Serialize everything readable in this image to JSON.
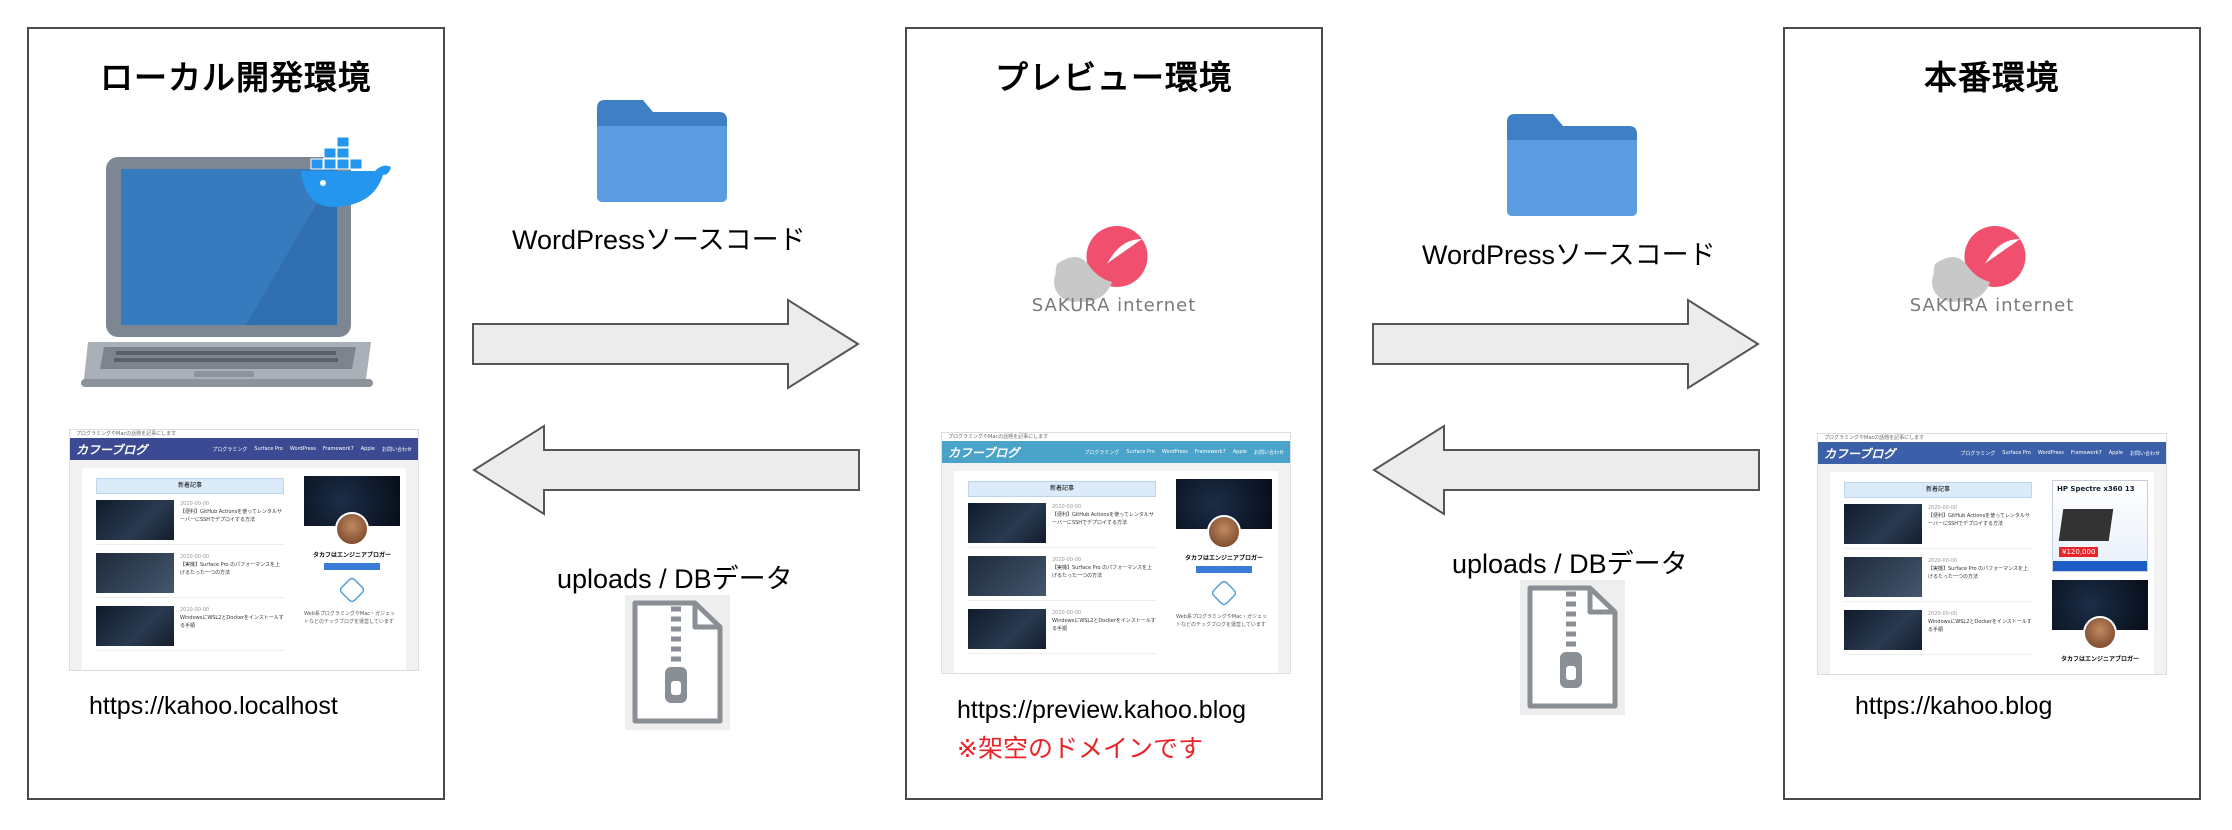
{
  "panels": [
    {
      "title": "ローカル開発環境",
      "url": "https://kahoo.localhost",
      "icon": "laptop-with-docker-icon",
      "screenshot": {
        "header_color": "#3b4a92",
        "logo": "カフーブログ",
        "nav": [
          "プログラミング",
          "Surface Pro",
          "WordPress",
          "Framework7",
          "Apple",
          "お問い合わせ"
        ],
        "section_title": "新着記事",
        "posts": [
          {
            "date": "2020-00-00",
            "title": "【便利】GitHub Actionsを使ってレンタルサーバーにSSHでデプロイする方法"
          },
          {
            "date": "2020-00-00",
            "title": "【実機】Surface Pro のパフォーマンスを上げるたった一つの方法"
          },
          {
            "date": "2020-00-00",
            "title": "WindowsにWSL2とDockerをインストールする手順"
          }
        ],
        "profile_name": "タカフはエンジニアブロガー",
        "side_text": "Web系プログラミングやMac・ガジェットなどのテックブログを運営しています"
      }
    },
    {
      "title": "プレビュー環境",
      "url": "https://preview.kahoo.blog",
      "note": "※架空のドメインです",
      "icon": "sakura-internet-logo",
      "logo_text": "SAKURA internet",
      "screenshot": {
        "header_color": "#4aa3c8",
        "logo": "カフーブログ",
        "nav": [
          "プログラミング",
          "Surface Pro",
          "WordPress",
          "Framework7",
          "Apple",
          "お問い合わせ"
        ],
        "section_title": "新着記事",
        "posts": [
          {
            "date": "2020-00-00",
            "title": "【便利】GitHub Actionsを使ってレンタルサーバーにSSHでデプロイする方法"
          },
          {
            "date": "2020-00-00",
            "title": "【実機】Surface Pro のパフォーマンスを上げるたった一つの方法"
          },
          {
            "date": "2020-00-00",
            "title": "WindowsにWSL2とDockerをインストールする手順"
          }
        ],
        "profile_name": "タカフはエンジニアブロガー",
        "side_text": "Web系プログラミングやMac・ガジェットなどのテックブログを運営しています"
      }
    },
    {
      "title": "本番環境",
      "url": "https://kahoo.blog",
      "icon": "sakura-internet-logo",
      "logo_text": "SAKURA internet",
      "screenshot": {
        "header_color": "#3b5fa8",
        "logo": "カフーブログ",
        "nav": [
          "プログラミング",
          "Surface Pro",
          "WordPress",
          "Framework7",
          "Apple",
          "お問い合わせ"
        ],
        "section_title": "新着記事",
        "posts": [
          {
            "date": "2020-00-00",
            "title": "【便利】GitHub Actionsを使ってレンタルサーバーにSSHでデプロイする方法"
          },
          {
            "date": "2020-00-00",
            "title": "【実機】Surface Pro のパフォーマンスを上げるたった一つの方法"
          },
          {
            "date": "2020-00-00",
            "title": "WindowsにWSL2とDockerをインストールする手順"
          }
        ],
        "ad_title": "HP Spectre x360 13",
        "ad_price": "¥120,000",
        "profile_name": "タカフはエンジニアブロガー"
      }
    }
  ],
  "flows": [
    {
      "label": "WordPressソースコード",
      "direction": "right",
      "icon": "folder-icon"
    },
    {
      "label": "uploads / DBデータ",
      "direction": "left",
      "icon": "zip-file-icon"
    },
    {
      "label": "WordPressソースコード",
      "direction": "right",
      "icon": "folder-icon"
    },
    {
      "label": "uploads / DBデータ",
      "direction": "left",
      "icon": "zip-file-icon"
    }
  ],
  "colors": {
    "border": "#4a4a4a",
    "arrow_fill": "#ececec",
    "arrow_stroke": "#555555",
    "folder": "#4d8fd3",
    "sakura_red": "#f0506e",
    "sakura_gray": "#c8c8c8",
    "note_red": "#e8242a"
  }
}
